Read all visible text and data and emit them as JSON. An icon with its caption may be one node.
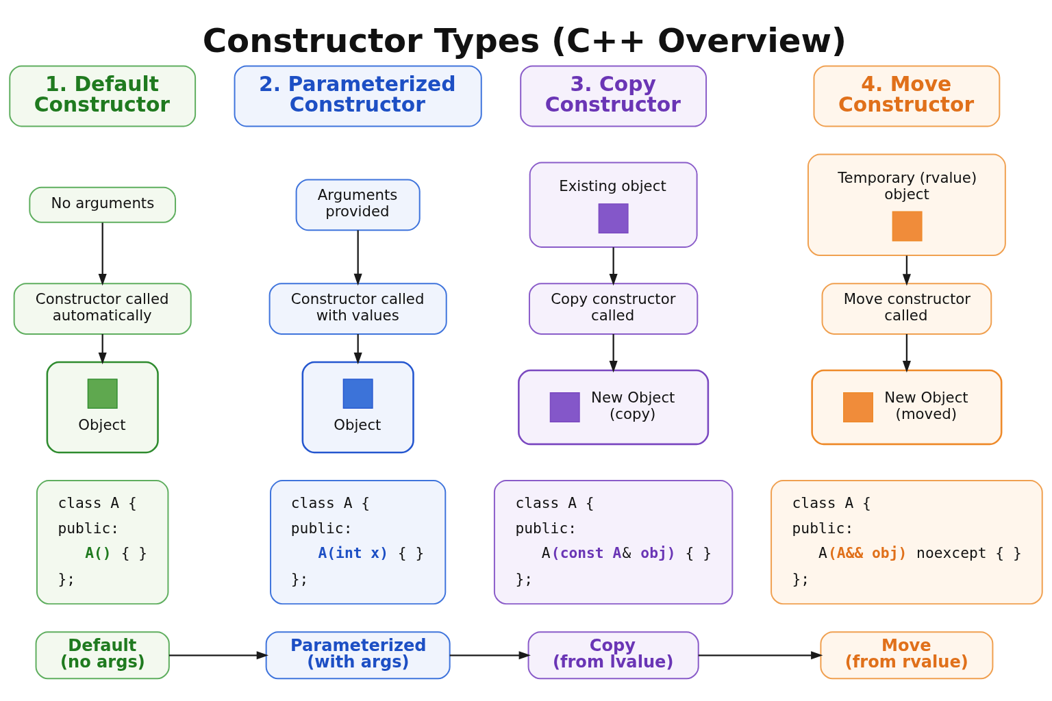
{
  "diagram": {
    "title": "Constructor Types (C++ Overview)",
    "nodes": [
      {
        "text": [
          "1. Default Constructor"
        ]
      },
      {
        "text": [
          "2. Parameterized Constructor"
        ]
      },
      {
        "text": [
          "3. Copy Constructor"
        ]
      },
      {
        "text": [
          "4. Move Constructor"
        ]
      },
      {
        "text": [
          "No arguments"
        ]
      },
      {
        "text": [
          "Arguments provided"
        ]
      },
      {
        "text": [
          "Existing object"
        ]
      },
      {
        "text": [
          "Temporary (rvalue) object"
        ]
      },
      {
        "text": [
          "Constructor called automatically"
        ]
      },
      {
        "text": [
          "Constructor called with values"
        ]
      },
      {
        "text": [
          "Copy constructor called"
        ]
      },
      {
        "text": [
          "Move constructor called"
        ]
      },
      {
        "text": [
          "Object"
        ]
      },
      {
        "text": [
          "Object"
        ]
      },
      {
        "text": [
          "New Object (copy)"
        ]
      },
      {
        "text": [
          "New Object (moved)"
        ]
      },
      {
        "text": [
          "class A {",
          "public:",
          "**A()** { }",
          "};"
        ]
      },
      {
        "text": [
          "class A {",
          "public:",
          "**A(int x)** { }",
          "};"
        ]
      },
      {
        "text": [
          "class A {",
          "public:",
          "A**(const A**& **obj)** { }",
          "};"
        ]
      },
      {
        "text": [
          "class A {",
          "public:",
          "A**(A&& obj)** noexcept { }",
          "};"
        ]
      },
      {
        "text": [
          "Default (no args)"
        ]
      },
      {
        "text": [
          "Parameterized (with args)"
        ]
      },
      {
        "text": [
          "Copy (from lvalue)"
        ]
      },
      {
        "text": [
          "Move (from rvalue)"
        ]
      }
    ],
    "edges": [
      {
        "from": 4,
        "to": 8,
        "arrow": "to"
      },
      {
        "from": 8,
        "to": 12,
        "arrow": "to"
      },
      {
        "from": 5,
        "to": 9,
        "arrow": "to"
      },
      {
        "from": 9,
        "to": 13,
        "arrow": "to"
      },
      {
        "from": 6,
        "to": 10,
        "arrow": "to"
      },
      {
        "from": 10,
        "to": 14,
        "arrow": "to"
      },
      {
        "from": 7,
        "to": 11,
        "arrow": "to"
      },
      {
        "from": 11,
        "to": 15,
        "arrow": "to"
      },
      {
        "from": 20,
        "to": 21,
        "arrow": "to"
      },
      {
        "from": 21,
        "to": 22,
        "arrow": "to"
      },
      {
        "from": 22,
        "to": 23,
        "arrow": "to"
      }
    ]
  }
}
